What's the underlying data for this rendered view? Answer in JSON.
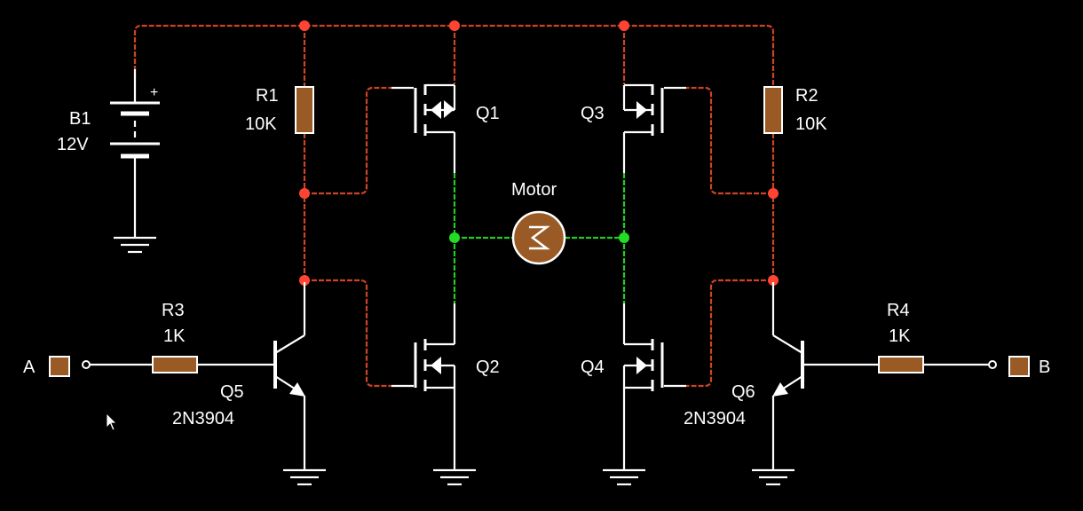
{
  "colors": {
    "background": "#000000",
    "wire_high": "#cc4422",
    "wire_motor": "#22cc22",
    "component": "#9a5a25"
  },
  "components": {
    "b1": {
      "name": "B1",
      "value": "12V",
      "plus": "+"
    },
    "r1": {
      "name": "R1",
      "value": "10K"
    },
    "r2": {
      "name": "R2",
      "value": "10K"
    },
    "r3": {
      "name": "R3",
      "value": "1K"
    },
    "r4": {
      "name": "R4",
      "value": "1K"
    },
    "q1": {
      "name": "Q1"
    },
    "q2": {
      "name": "Q2"
    },
    "q3": {
      "name": "Q3"
    },
    "q4": {
      "name": "Q4"
    },
    "q5": {
      "name": "Q5",
      "part": "2N3904"
    },
    "q6": {
      "name": "Q6",
      "part": "2N3904"
    },
    "motor": {
      "name": "Motor"
    }
  },
  "inputs": {
    "a": {
      "label": "A"
    },
    "b": {
      "label": "B"
    }
  }
}
